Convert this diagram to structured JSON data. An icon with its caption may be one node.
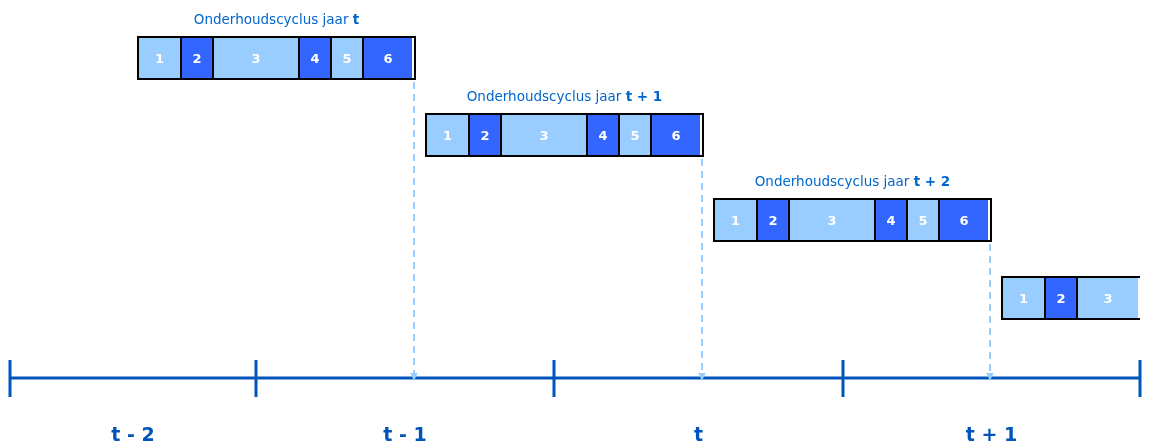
{
  "diagram": {
    "nodes": [
      {
        "text": [
          "Onderhoudscyclus jaar **t**"
        ]
      },
      {
        "text": [
          "1"
        ],
        "in": 0
      },
      {
        "text": [
          "2"
        ],
        "in": 0
      },
      {
        "text": [
          "3"
        ],
        "in": 0
      },
      {
        "text": [
          "4"
        ],
        "in": 0
      },
      {
        "text": [
          "5"
        ],
        "in": 0
      },
      {
        "text": [
          "6"
        ],
        "in": 0
      },
      {
        "text": [
          "Onderhoudscyclus jaar **t + 1**"
        ]
      },
      {
        "text": [
          "1"
        ],
        "in": 7
      },
      {
        "text": [
          "2"
        ],
        "in": 7
      },
      {
        "text": [
          "3"
        ],
        "in": 7
      },
      {
        "text": [
          "4"
        ],
        "in": 7
      },
      {
        "text": [
          "5"
        ],
        "in": 7
      },
      {
        "text": [
          "6"
        ],
        "in": 7
      },
      {
        "text": [
          "Onderhoudscyclus jaar **t + 2**"
        ]
      },
      {
        "text": [
          "1"
        ],
        "in": 14
      },
      {
        "text": [
          "2"
        ],
        "in": 14
      },
      {
        "text": [
          "3"
        ],
        "in": 14
      },
      {
        "text": [
          "4"
        ],
        "in": 14
      },
      {
        "text": [
          "5"
        ],
        "in": 14
      },
      {
        "text": [
          "6"
        ],
        "in": 14
      },
      {
        "text": [],
        "shape": "bar"
      },
      {
        "text": [
          "1"
        ],
        "in": 21
      },
      {
        "text": [
          "2"
        ],
        "in": 21
      },
      {
        "text": [
          "3"
        ],
        "in": 21
      },
      {
        "text": [
          "t - 2"
        ]
      },
      {
        "text": [
          "t - 1"
        ]
      },
      {
        "text": [
          "t"
        ]
      },
      {
        "text": [
          "t + 1"
        ]
      }
    ],
    "edges": [
      {
        "from": 0,
        "to": 26,
        "arrow": "to",
        "style": "dashed"
      },
      {
        "from": 7,
        "to": 27,
        "arrow": "to",
        "style": "dashed"
      },
      {
        "from": 14,
        "to": 28,
        "arrow": "to",
        "style": "dashed"
      }
    ]
  }
}
